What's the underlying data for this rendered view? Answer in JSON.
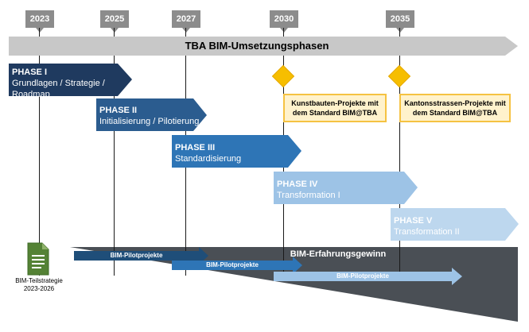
{
  "title": "TBA BIM-Umsetzungsphasen",
  "years": [
    "2023",
    "2025",
    "2027",
    "2030",
    "2035"
  ],
  "phases": [
    {
      "title": "PHASE I",
      "subtitle": "Grundlagen / Strategie / Roadmap"
    },
    {
      "title": "PHASE II",
      "subtitle": "Initialisierung / Pilotierung"
    },
    {
      "title": "PHASE III",
      "subtitle": "Standardisierung"
    },
    {
      "title": "PHASE IV",
      "subtitle": "Transformation I"
    },
    {
      "title": "PHASE V",
      "subtitle": "Transformation II"
    }
  ],
  "milestones": [
    {
      "text": "Kunstbauten-Projekte mit dem Standard BIM@TBA"
    },
    {
      "text": "Kantonsstrassen-Projekte mit dem Standard BIM@TBA"
    }
  ],
  "wedge_label": "BIM-Erfahrungsgewinn",
  "pilots": [
    "BIM-Pilotprojekte",
    "BIM-Pilotprojekte",
    "BIM-Pilotprojekte"
  ],
  "doc": {
    "label": "BIM-Teilstrategie 2023-2026"
  },
  "colors": {
    "timeline": "#c8c8c8",
    "phase1": "#1f3a5f",
    "phase2": "#2b5c8f",
    "phase3": "#2e75b6",
    "phase4": "#9dc3e6",
    "phase5": "#bdd7ee",
    "milestone": "#f6be00",
    "wedge": "#4a4f55",
    "doc": "#548235"
  }
}
